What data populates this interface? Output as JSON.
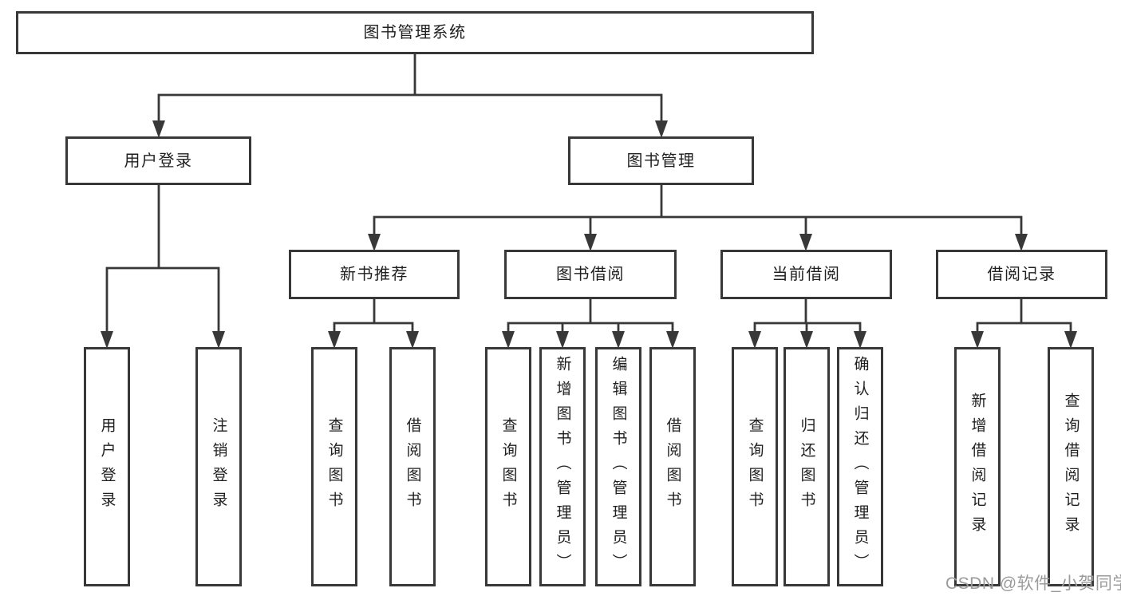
{
  "title": "图书管理系统",
  "level2": {
    "user_login": "用户登录",
    "book_management": "图书管理"
  },
  "level3": {
    "new_book_recommend": "新书推荐",
    "book_borrow": "图书借阅",
    "current_borrow": "当前借阅",
    "borrow_records": "借阅记录"
  },
  "leaves": {
    "user_login": "用户登录",
    "logout": "注销登录",
    "recommend_query_books": "查询图书",
    "recommend_borrow_books": "借阅图书",
    "borrow_query_books": "查询图书",
    "borrow_add_books": "新增图书（管理员）",
    "borrow_edit_books": "编辑图书（管理员）",
    "borrow_borrow_books": "借阅图书",
    "current_query_books": "查询图书",
    "current_return_books": "归还图书",
    "current_confirm_return": "确认归还（管理员）",
    "records_add_record": "新增借阅记录",
    "records_query_record": "查询借阅记录"
  },
  "watermark": "CSDN @软件_小贺同学",
  "colors": {
    "line": "#383838",
    "text": "#1f1f1f",
    "background": "#ffffff",
    "watermark": "#9b9b9b"
  }
}
